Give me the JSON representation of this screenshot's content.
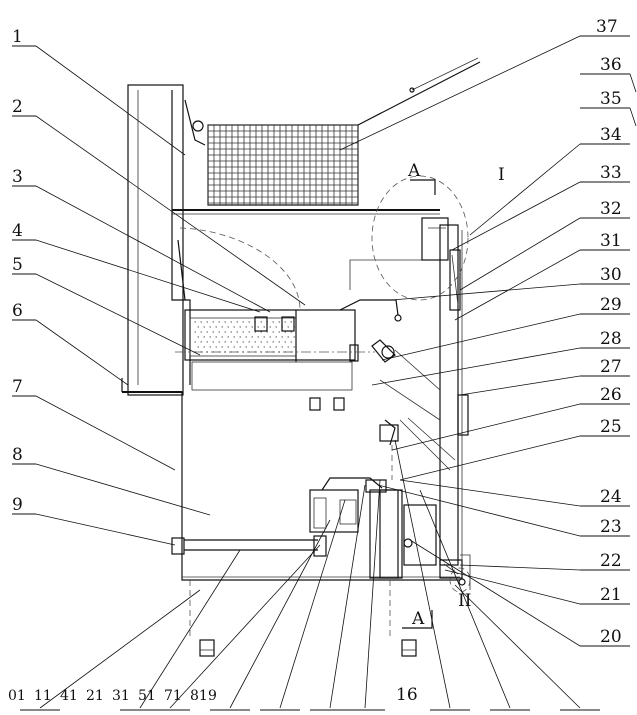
{
  "drawing": {
    "left_labels": [
      "1",
      "2",
      "3",
      "4",
      "5",
      "6",
      "7",
      "8",
      "9"
    ],
    "right_labels": [
      "37",
      "36",
      "35",
      "34",
      "33",
      "32",
      "31",
      "30",
      "29",
      "28",
      "27",
      "26",
      "25",
      "24",
      "23",
      "22",
      "21",
      "20"
    ],
    "bottom_left_labels": [
      "01",
      "11",
      "41",
      "21",
      "31",
      "51",
      "71",
      "81",
      "9"
    ],
    "bottom_center_label": "16",
    "section_marks": {
      "a_top": "A",
      "a_bottom": "A",
      "detail_1": "I",
      "detail_2": "II"
    }
  }
}
